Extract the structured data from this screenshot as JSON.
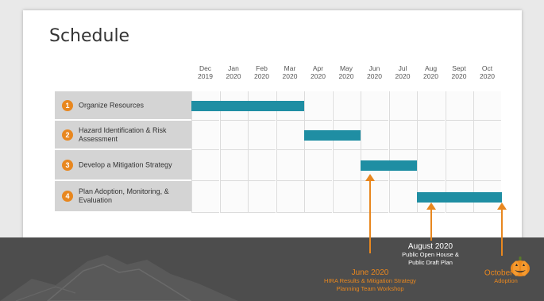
{
  "slide": {
    "title": "Schedule"
  },
  "months": [
    [
      "Dec",
      "2019"
    ],
    [
      "Jan",
      "2020"
    ],
    [
      "Feb",
      "2020"
    ],
    [
      "Mar",
      "2020"
    ],
    [
      "Apr",
      "2020"
    ],
    [
      "May",
      "2020"
    ],
    [
      "Jun",
      "2020"
    ],
    [
      "Jul",
      "2020"
    ],
    [
      "Aug",
      "2020"
    ],
    [
      "Sept",
      "2020"
    ],
    [
      "Oct",
      "2020"
    ]
  ],
  "tasks": [
    {
      "num": "1",
      "label": "Organize Resources",
      "start": 0,
      "end": 4
    },
    {
      "num": "2",
      "label": "Hazard Identification & Risk Assessment",
      "start": 4,
      "end": 6
    },
    {
      "num": "3",
      "label": "Develop a Mitigation Strategy",
      "start": 6,
      "end": 8
    },
    {
      "num": "4",
      "label": "Plan Adoption, Monitoring, & Evaluation",
      "start": 8,
      "end": 11
    }
  ],
  "milestones": {
    "june": {
      "title": "June 2020",
      "line1": "HIRA Results & Mitigation Strategy",
      "line2": "Planning Team Workshop"
    },
    "august": {
      "title": "August 2020",
      "line1": "Public Open House &",
      "line2": "Public Draft Plan"
    },
    "october": {
      "title_main": "October 31",
      "title_sup": "st",
      "line1": "Adoption"
    }
  },
  "colors": {
    "bar": "#1f8ea3",
    "accent": "#e8871f",
    "banner": "#4d4d4d"
  },
  "icons": [
    "pumpkin-icon",
    "mountain-silhouette"
  ]
}
